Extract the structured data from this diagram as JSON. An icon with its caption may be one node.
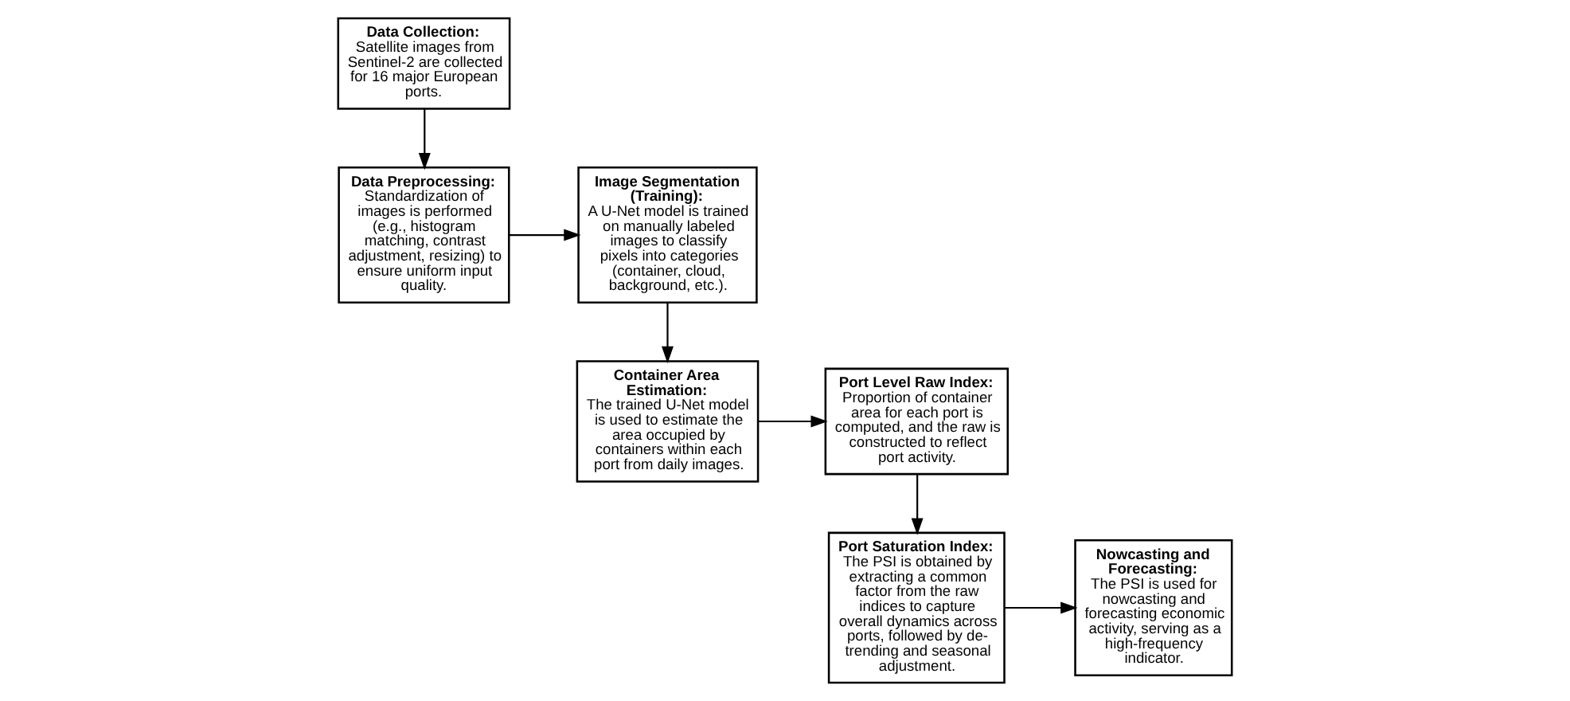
{
  "diagram": {
    "nodes": [
      {
        "text": [
          "Data Collection:",
          "Satellite images from Sentinel-2 are collected for 16 major European ports."
        ]
      },
      {
        "text": [
          "Data Preprocessing:",
          "Standardization of images is performed (e.g., histogram matching, contrast adjustment, resizing) to ensure uniform input quality."
        ]
      },
      {
        "text": [
          "Image Segmentation (Training):",
          "A U-Net model is trained on manually labeled images to classify pixels into categories (container, cloud, background, etc.)."
        ]
      },
      {
        "text": [
          "Container Area Estimation:",
          "The trained U-Net model is used to estimate the area occupied by containers within each port from daily images."
        ]
      },
      {
        "text": [
          "Port Level Raw Index:",
          "Proportion of container area for each port is computed, and the raw is constructed to reflect port activity."
        ]
      },
      {
        "text": [
          "Port Saturation Index:",
          "The PSI is obtained by extracting a common factor from the raw indices to capture overall dynamics across ports, followed by de-trending and seasonal adjustment."
        ]
      },
      {
        "text": [
          "Nowcasting and Forecasting:",
          "The PSI is used for nowcasting and forecasting economic activity, serving as a high-frequency indicator."
        ]
      }
    ],
    "edges": [
      {
        "from": 0,
        "to": 1,
        "arrow": "to"
      },
      {
        "from": 1,
        "to": 2,
        "arrow": "to"
      },
      {
        "from": 2,
        "to": 3,
        "arrow": "to"
      },
      {
        "from": 3,
        "to": 4,
        "arrow": "to"
      },
      {
        "from": 4,
        "to": 5,
        "arrow": "to"
      },
      {
        "from": 5,
        "to": 6,
        "arrow": "to"
      }
    ]
  }
}
